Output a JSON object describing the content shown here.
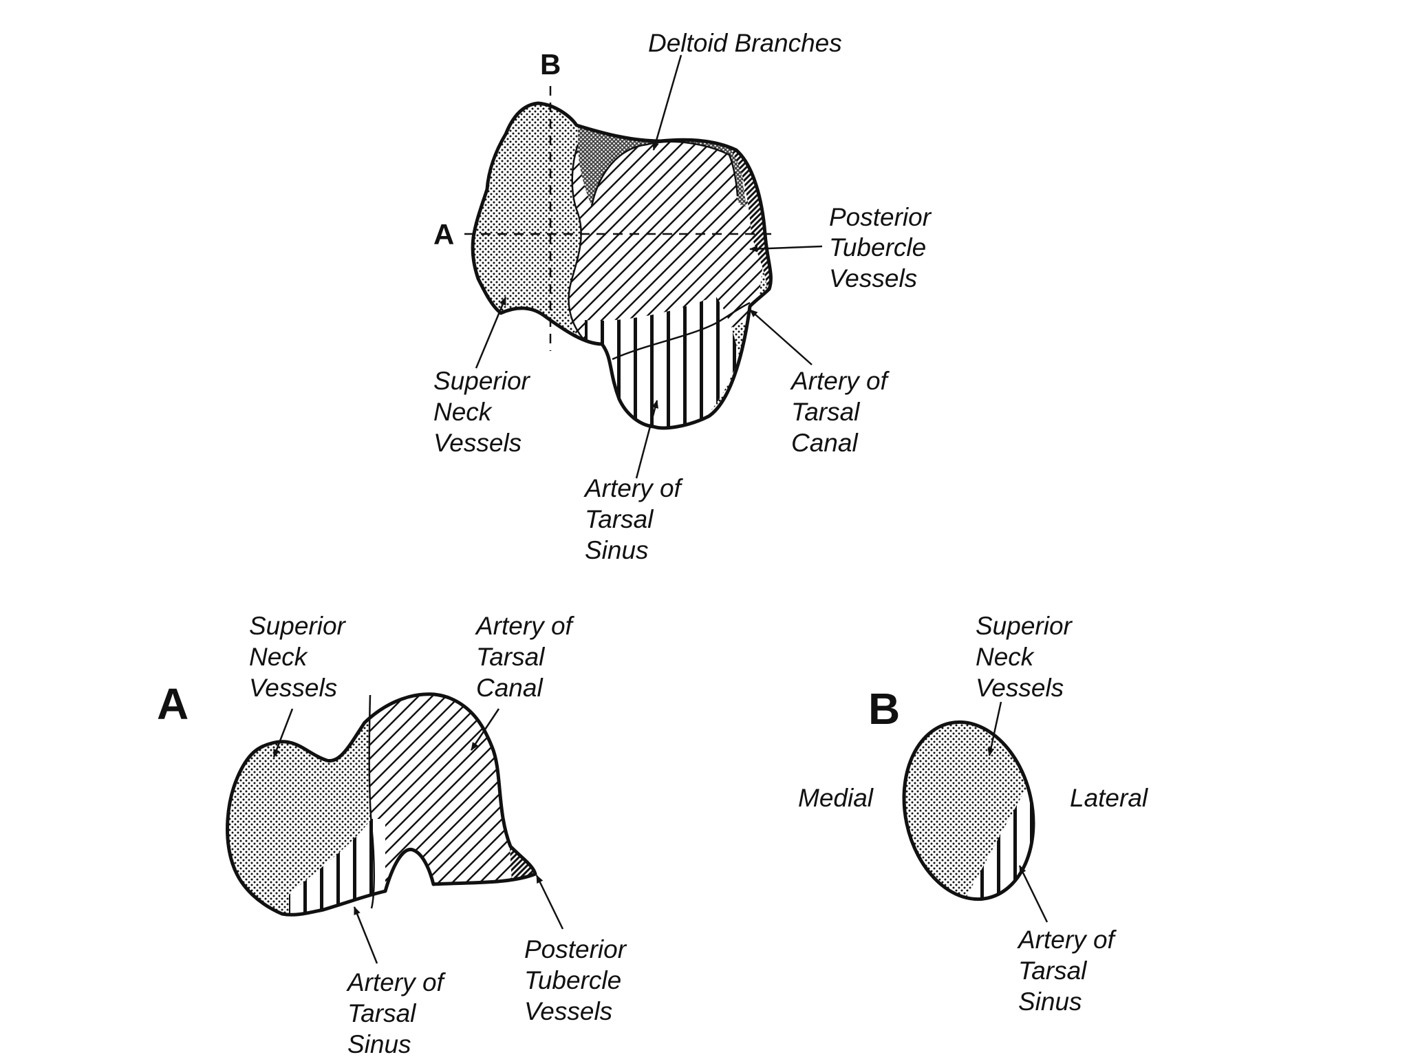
{
  "colors": {
    "ink": "#111111",
    "background": "#ffffff"
  },
  "top_figure": {
    "axis_a": "A",
    "axis_b": "B",
    "deltoid": "Deltoid Branches",
    "posterior": [
      "Posterior",
      "Tubercle",
      "Vessels"
    ],
    "superior": [
      "Superior",
      "Neck",
      "Vessels"
    ],
    "tarsal_canal": [
      "Artery of",
      "Tarsal",
      "Canal"
    ],
    "tarsal_sinus": [
      "Artery of",
      "Tarsal",
      "Sinus"
    ]
  },
  "section_a": {
    "letter": "A",
    "superior": [
      "Superior",
      "Neck",
      "Vessels"
    ],
    "tarsal_canal": [
      "Artery of",
      "Tarsal",
      "Canal"
    ],
    "tarsal_sinus": [
      "Artery of",
      "Tarsal",
      "Sinus"
    ],
    "posterior": [
      "Posterior",
      "Tubercle",
      "Vessels"
    ]
  },
  "section_b": {
    "letter": "B",
    "superior": [
      "Superior",
      "Neck",
      "Vessels"
    ],
    "medial": "Medial",
    "lateral": "Lateral",
    "tarsal_sinus": [
      "Artery of",
      "Tarsal",
      "Sinus"
    ]
  }
}
